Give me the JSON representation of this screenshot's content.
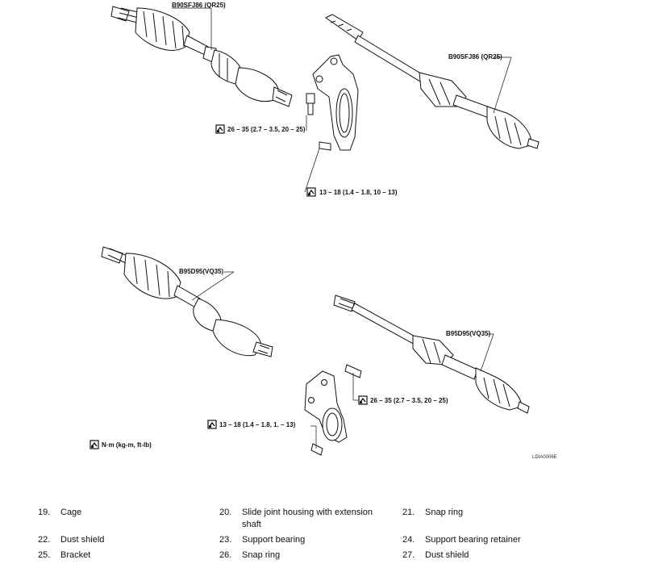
{
  "labels": {
    "part_qr_left": "B90SFJ86 (QR25)",
    "part_qr_right": "B90SFJ86 (QR25)",
    "part_vq_left": "B95D95(VQ35)",
    "part_vq_right": "B95D95(VQ35)",
    "torque_1": "26 – 35 (2.7 – 3.5, 20 – 25)",
    "torque_2": "13 – 18 (1.4 – 1.8, 10 – 13)",
    "torque_3": "26 – 35 (2.7 – 3.5, 20 – 25)",
    "torque_4": "13 – 18 (1.4 – 1.8, 1. – 13)",
    "unit_key": "N·m (kg-m, ft-lb)",
    "figure_code": "LDIA0006E"
  },
  "items": [
    {
      "num": "19.",
      "text": "Cage"
    },
    {
      "num": "20.",
      "text": "Slide joint housing with extension shaft"
    },
    {
      "num": "21.",
      "text": "Snap ring"
    },
    {
      "num": "22.",
      "text": "Dust shield"
    },
    {
      "num": "23.",
      "text": "Support bearing"
    },
    {
      "num": "24.",
      "text": "Support bearing retainer"
    },
    {
      "num": "25.",
      "text": "Bracket"
    },
    {
      "num": "26.",
      "text": "Snap ring"
    },
    {
      "num": "27.",
      "text": "Dust shield"
    }
  ]
}
